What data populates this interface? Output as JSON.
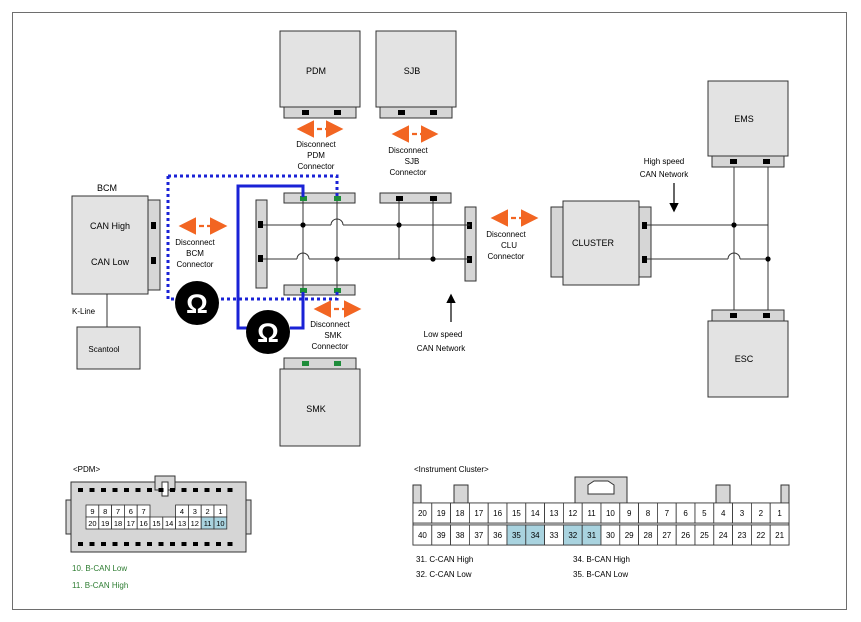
{
  "modules": {
    "pdm": "PDM",
    "sjb": "SJB",
    "bcm": "BCM",
    "can_high": "CAN High",
    "can_low": "CAN Low",
    "k_line": "K-Line",
    "scantool": "Scantool",
    "smk": "SMK",
    "cluster": "CLUSTER",
    "ems": "EMS",
    "esc": "ESC"
  },
  "annotations": {
    "pdm_conn": [
      "Disconnect",
      "PDM",
      "Connector"
    ],
    "sjb_conn": [
      "Disconnect",
      "SJB",
      "Connector"
    ],
    "bcm_conn": [
      "Disconnect",
      "BCM",
      "Connector"
    ],
    "smk_conn": [
      "Disconnect",
      "SMK",
      "Connector"
    ],
    "clu_conn": [
      "Disconnect",
      "CLU",
      "Connector"
    ],
    "high_speed": [
      "High speed",
      "CAN Network"
    ],
    "low_speed": [
      "Low speed",
      "CAN Network"
    ]
  },
  "pdm_connector": {
    "title": "<PDM>",
    "row1": [
      "9",
      "8",
      "7",
      "6",
      "7",
      "",
      "4",
      "3",
      "2",
      "1"
    ],
    "row2": [
      "20",
      "19",
      "18",
      "17",
      "16",
      "15",
      "14",
      "13",
      "12",
      "11",
      "10"
    ],
    "pins": [
      "10. B-CAN Low",
      "11. B-CAN High"
    ],
    "pin_color": "#2e7d32"
  },
  "cluster_connector": {
    "title": "<Instrument Cluster>",
    "row1": [
      "20",
      "19",
      "18",
      "17",
      "16",
      "15",
      "14",
      "13",
      "12",
      "11",
      "10",
      "9",
      "8",
      "7",
      "6",
      "5",
      "4",
      "3",
      "2",
      "1"
    ],
    "row2": [
      "40",
      "39",
      "38",
      "37",
      "36",
      "35",
      "34",
      "33",
      "32",
      "31",
      "30",
      "29",
      "28",
      "27",
      "26",
      "25",
      "24",
      "23",
      "22",
      "21"
    ],
    "highlight": [
      "35",
      "34",
      "32",
      "31"
    ],
    "pins_left": [
      "31. C-CAN High",
      "32. C-CAN Low"
    ],
    "pins_right": [
      "34. B-CAN High",
      "35. B-CAN Low"
    ]
  },
  "colors": {
    "module_fill": "#e3e3e3",
    "connector_fill": "#d6d6d6",
    "arrow": "#f26522",
    "meter_loop": "#1a22d6",
    "pin_green": "#1e8c3a",
    "pin_highlight": "#a9d3df"
  },
  "icons": [
    "ohm-meter-icon",
    "arrow-icon"
  ]
}
